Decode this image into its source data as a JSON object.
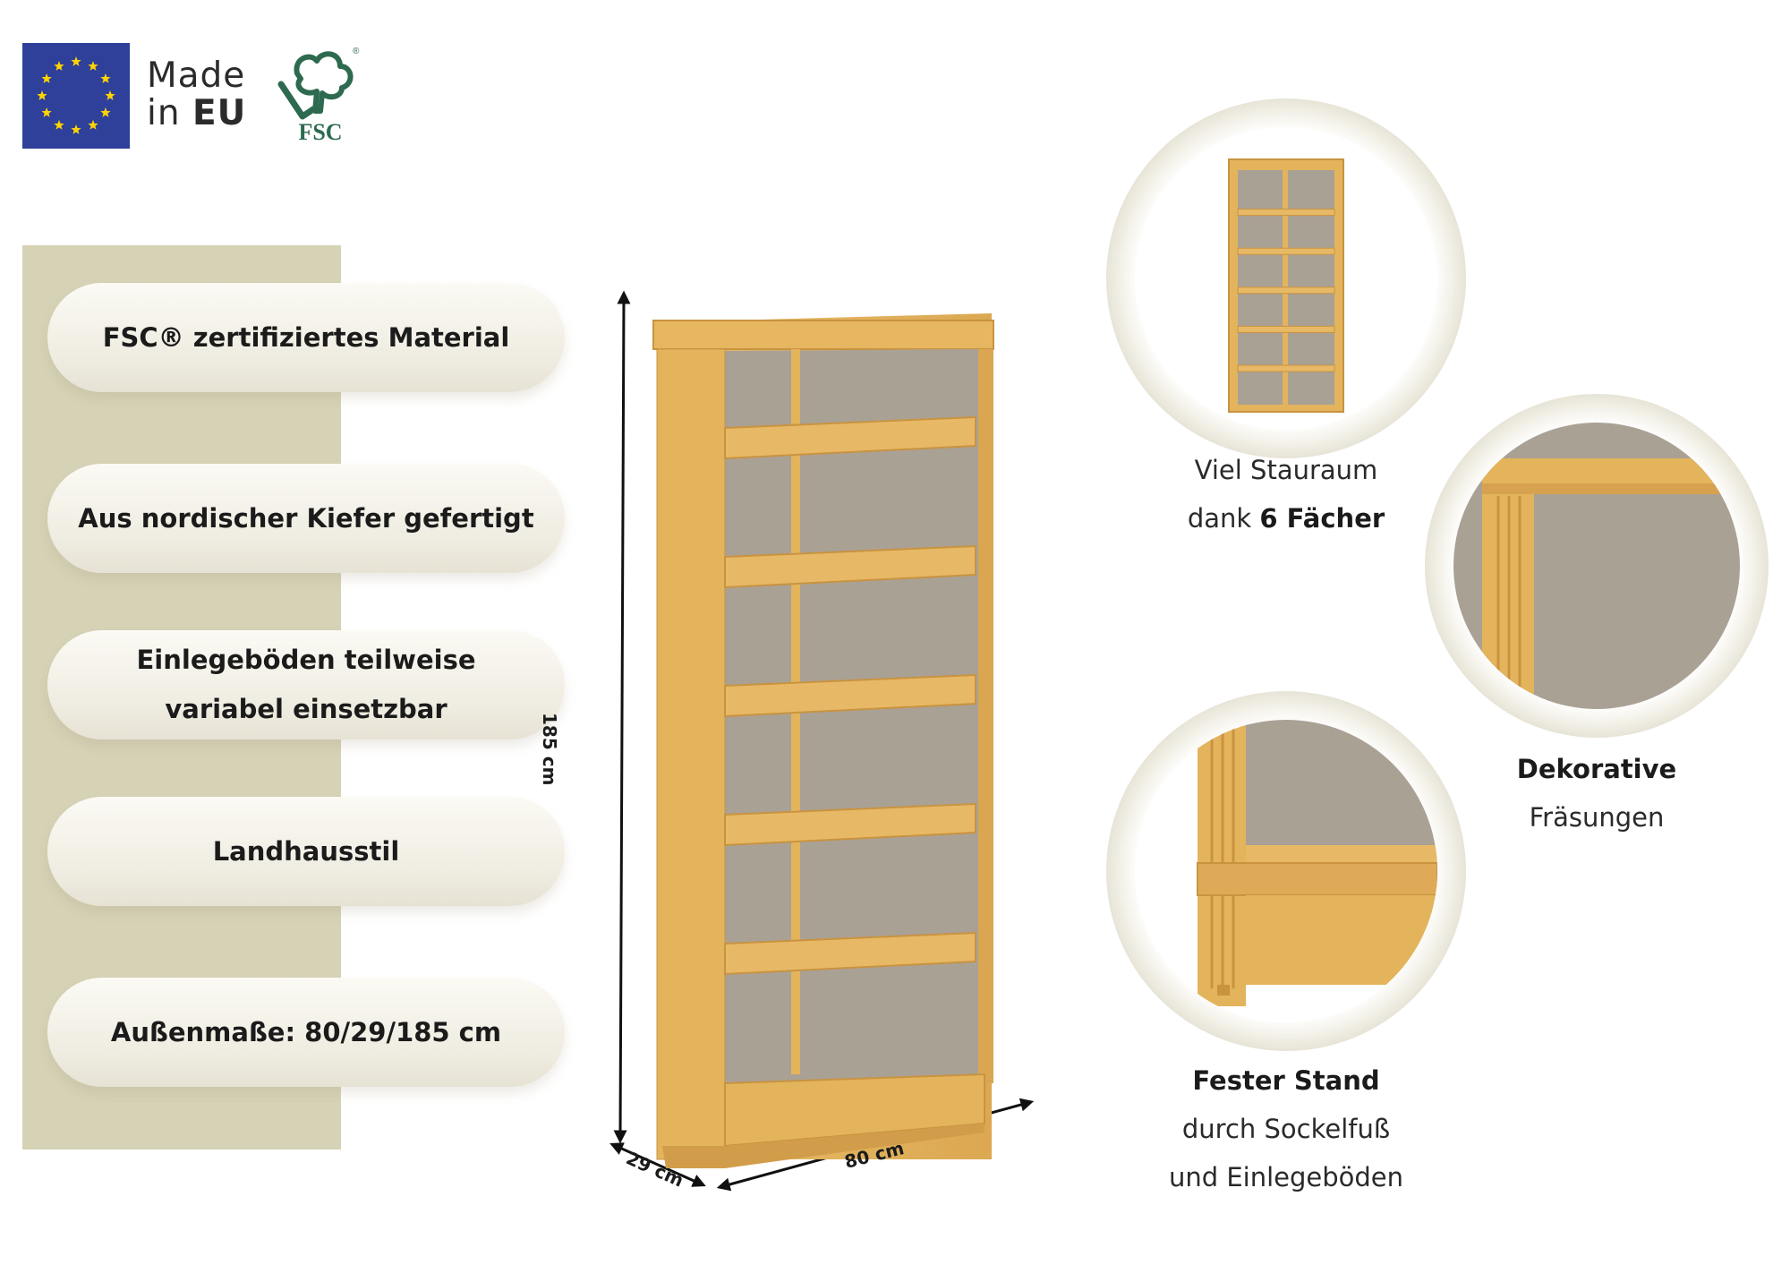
{
  "badges": {
    "made_in_line1": "Made",
    "made_in_line2_prefix": "in ",
    "made_in_line2_bold": "EU",
    "fsc_text": "FSC",
    "fsc_registered": "®"
  },
  "features": [
    {
      "label": "FSC® zertifiziertes Material"
    },
    {
      "label": "Aus nordischer Kiefer gefertigt"
    },
    {
      "label": "Einlegeböden teilweise variabel einsetzbar"
    },
    {
      "label": "Landhausstil"
    },
    {
      "label": "Außenmaße: 80/29/185 cm"
    }
  ],
  "dimensions": {
    "height": "185 cm",
    "depth": "29 cm",
    "width": "80 cm"
  },
  "details": {
    "storage": {
      "line1": "Viel Stauraum",
      "line2_prefix": "dank ",
      "line2_bold": "6 Fächer"
    },
    "decor": {
      "line1_bold": "Dekorative",
      "line2": "Fräsungen"
    },
    "stand": {
      "line1_bold": "Fester Stand",
      "line2": "durch Sockelfuß",
      "line3": "und Einlegeböden"
    }
  },
  "colors": {
    "eu_blue": "#2e4099",
    "eu_star": "#ffd400",
    "fsc_green": "#2d6a4f",
    "sidebar": "#d6d2b6",
    "wood": "#e3b45c",
    "wood_dark": "#c99340",
    "back_panel": "#aaa195"
  }
}
